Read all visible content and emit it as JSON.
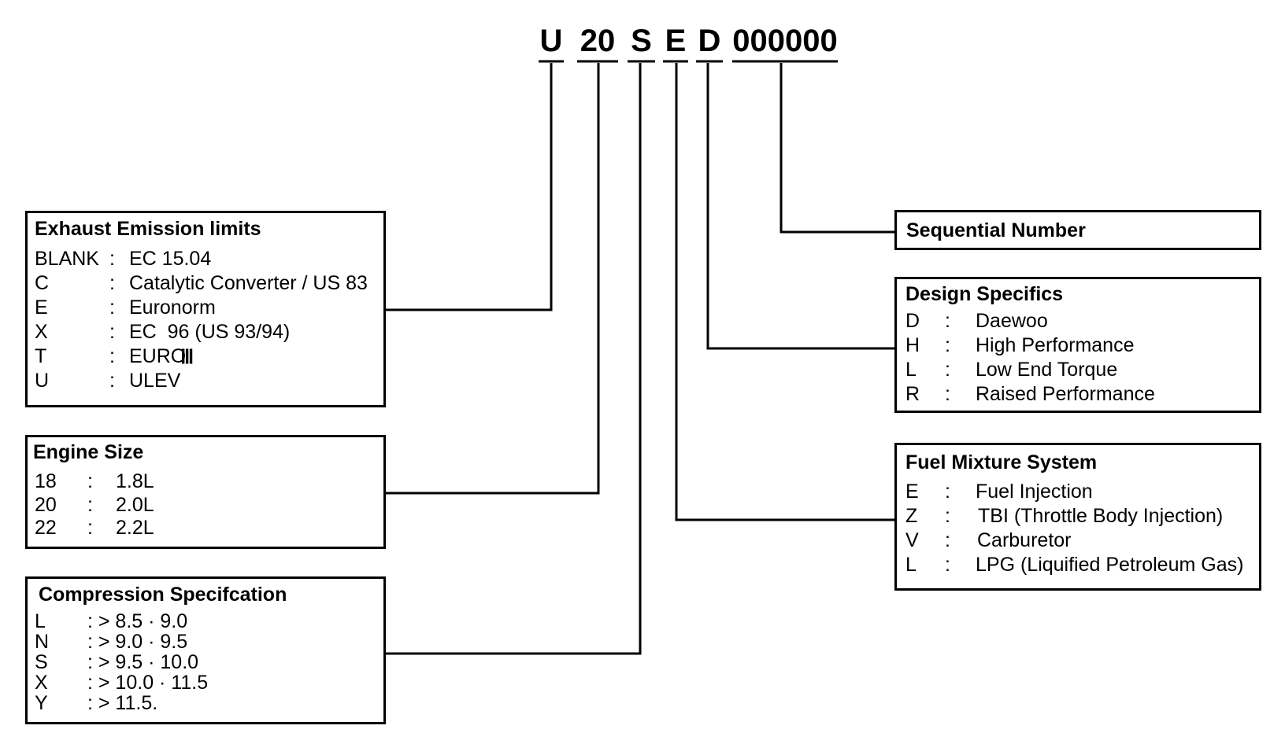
{
  "code": {
    "parts": [
      "U",
      "20",
      "S",
      "E",
      "D",
      "000000"
    ]
  },
  "boxes": {
    "emission": {
      "title": "Exhaust Emission limits",
      "rows": [
        {
          "key": "BLANK",
          "sep": ":",
          "value": "EC 15.04"
        },
        {
          "key": "C",
          "sep": ":",
          "value": "Catalytic Converter / US 83"
        },
        {
          "key": "E",
          "sep": ":",
          "value": "Euronorm"
        },
        {
          "key": "X",
          "sep": ":",
          "value": "EC  96 (US 93/94)"
        },
        {
          "key": "T",
          "sep": ":",
          "value": "EURO",
          "value_suffix": "Ⅲ"
        },
        {
          "key": "U",
          "sep": ":",
          "value": "ULEV"
        }
      ]
    },
    "engine": {
      "title": "Engine Size",
      "rows": [
        {
          "key": "18",
          "sep": ":",
          "value": "1.8L"
        },
        {
          "key": "20",
          "sep": ":",
          "value": "2.0L"
        },
        {
          "key": "22",
          "sep": ":",
          "value": "2.2L"
        }
      ]
    },
    "compression": {
      "title": "Compression Specifcation",
      "rows": [
        {
          "key": "L",
          "value": ": > 8.5 · 9.0"
        },
        {
          "key": "N",
          "value": ": > 9.0 · 9.5"
        },
        {
          "key": "S",
          "value": ": > 9.5 · 10.0"
        },
        {
          "key": "X",
          "value": ": > 10.0 · 11.5"
        },
        {
          "key": "Y",
          "value": ": > 11.5."
        }
      ]
    },
    "sequential": {
      "title": "Sequential Number"
    },
    "design": {
      "title": "Design Specifics",
      "rows": [
        {
          "key": "D",
          "sep": ":",
          "value": "Daewoo"
        },
        {
          "key": "H",
          "sep": ":",
          "value": "High Performance"
        },
        {
          "key": "L",
          "sep": ":",
          "value": "Low End Torque"
        },
        {
          "key": "R",
          "sep": ":",
          "value": "Raised Performance"
        }
      ]
    },
    "fuel": {
      "title": "Fuel Mixture System",
      "rows": [
        {
          "key": "E",
          "sep": ":",
          "value": "Fuel Injection"
        },
        {
          "key": "Z",
          "sep": ":",
          "value": "TBI (Throttle Body Injection)"
        },
        {
          "key": "V",
          "sep": ":",
          "value": "Carburetor"
        },
        {
          "key": "L",
          "sep": ":",
          "value": "LPG (Liquified Petroleum Gas)"
        }
      ]
    }
  }
}
